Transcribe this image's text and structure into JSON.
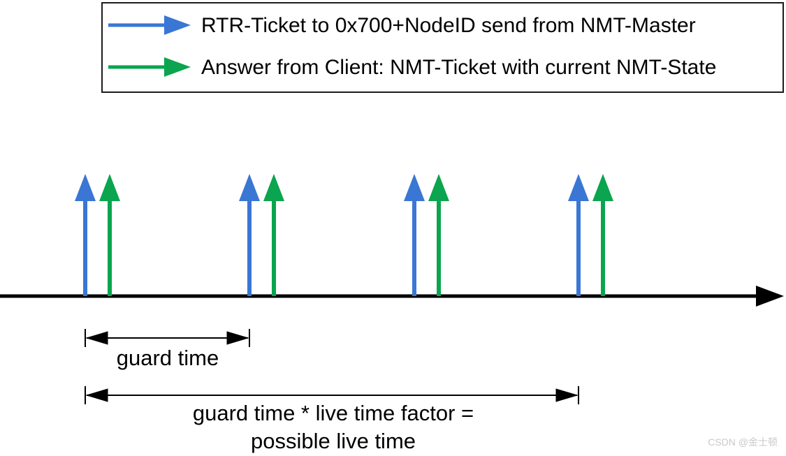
{
  "legend": {
    "items": [
      {
        "id": "rtr-request",
        "label": "RTR-Ticket to 0x700+NodeID send from NMT-Master"
      },
      {
        "id": "client-answer",
        "label": "Answer from Client: NMT-Ticket with current NMT-State"
      }
    ]
  },
  "timeline": {
    "event_pairs": 4
  },
  "labels": {
    "guard_time": "guard time",
    "live_time_line1": "guard time * live time factor =",
    "live_time_line2": "possible live time"
  },
  "watermark": {
    "text": "CSDN @金士顿",
    "color": "#c9c9c9"
  },
  "colors": {
    "master_arrow": "#3a76d4",
    "client_arrow": "#0aa54e",
    "axis": "#000000",
    "text": "#000000"
  }
}
